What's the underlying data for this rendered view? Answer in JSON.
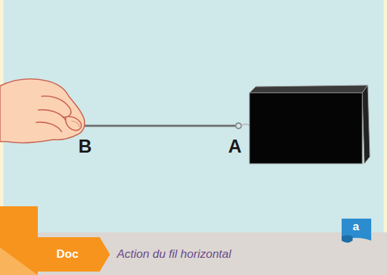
{
  "diagram": {
    "caption": "Action du fil horizontal",
    "labels": [
      "B",
      "A",
      "Doc",
      "a"
    ]
  }
}
